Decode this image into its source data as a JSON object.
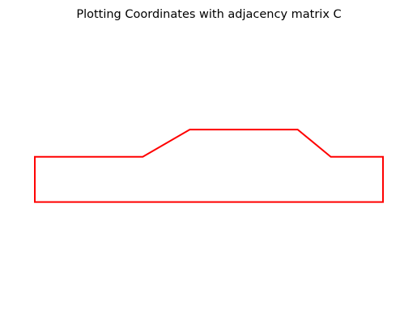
{
  "chart_data": {
    "type": "line",
    "title": "Plotting Coordinates with adjacency matrix C",
    "xlabel": "",
    "ylabel": "",
    "axis_visible": false,
    "grid": false,
    "aspect": "equal",
    "xlim": [
      0,
      100
    ],
    "ylim": [
      -20,
      42
    ],
    "series": [
      {
        "color": "#ff0000",
        "closed": true,
        "x": [
          0,
          31,
          44.5,
          75.5,
          85,
          100,
          100,
          0
        ],
        "y": [
          14,
          14,
          20,
          20,
          14,
          14,
          4,
          4
        ]
      }
    ]
  }
}
